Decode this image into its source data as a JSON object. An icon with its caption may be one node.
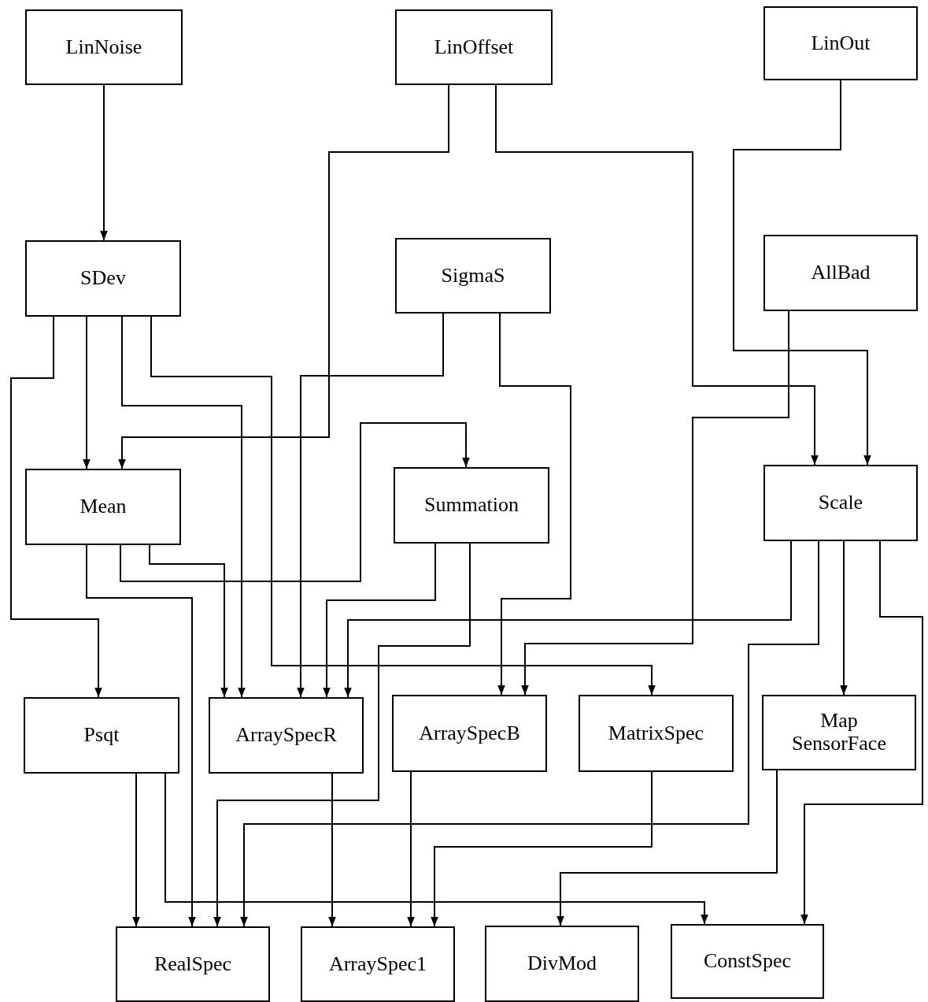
{
  "diagram": {
    "nodes": [
      {
        "text": [
          "LinNoise"
        ]
      },
      {
        "text": [
          "LinOffset"
        ]
      },
      {
        "text": [
          "LinOut"
        ]
      },
      {
        "text": [
          "SDev"
        ]
      },
      {
        "text": [
          "SigmaS"
        ]
      },
      {
        "text": [
          "AllBad"
        ]
      },
      {
        "text": [
          "Mean"
        ]
      },
      {
        "text": [
          "Summation"
        ]
      },
      {
        "text": [
          "Scale"
        ]
      },
      {
        "text": [
          "Psqt"
        ]
      },
      {
        "text": [
          "ArraySpecR"
        ]
      },
      {
        "text": [
          "ArraySpecB"
        ]
      },
      {
        "text": [
          "MatrixSpec"
        ]
      },
      {
        "text": [
          "Map SensorFace"
        ]
      },
      {
        "text": [
          "RealSpec"
        ]
      },
      {
        "text": [
          "ArraySpec1"
        ]
      },
      {
        "text": [
          "DivMod"
        ]
      },
      {
        "text": [
          "ConstSpec"
        ]
      }
    ],
    "edges": [
      {
        "from": 0,
        "to": 3,
        "arrow": "to"
      },
      {
        "from": 1,
        "to": 6,
        "arrow": "to"
      },
      {
        "from": 1,
        "to": 8,
        "arrow": "to"
      },
      {
        "from": 2,
        "to": 8,
        "arrow": "to"
      },
      {
        "from": 3,
        "to": 9,
        "arrow": "to"
      },
      {
        "from": 3,
        "to": 6,
        "arrow": "to"
      },
      {
        "from": 3,
        "to": 10,
        "arrow": "to"
      },
      {
        "from": 3,
        "to": 12,
        "arrow": "to"
      },
      {
        "from": 4,
        "to": 10,
        "arrow": "to"
      },
      {
        "from": 4,
        "to": 11,
        "arrow": "to"
      },
      {
        "from": 5,
        "to": 11,
        "arrow": "to"
      },
      {
        "from": 6,
        "to": 7,
        "arrow": "to"
      },
      {
        "from": 6,
        "to": 10,
        "arrow": "to"
      },
      {
        "from": 6,
        "to": 14,
        "arrow": "to"
      },
      {
        "from": 7,
        "to": 10,
        "arrow": "to"
      },
      {
        "from": 7,
        "to": 14,
        "arrow": "to"
      },
      {
        "from": 8,
        "to": 10,
        "arrow": "to"
      },
      {
        "from": 8,
        "to": 14,
        "arrow": "to"
      },
      {
        "from": 8,
        "to": 13,
        "arrow": "to"
      },
      {
        "from": 8,
        "to": 17,
        "arrow": "to"
      },
      {
        "from": 9,
        "to": 14,
        "arrow": "to"
      },
      {
        "from": 9,
        "to": 17,
        "arrow": "to"
      },
      {
        "from": 10,
        "to": 15,
        "arrow": "to"
      },
      {
        "from": 11,
        "to": 15,
        "arrow": "to"
      },
      {
        "from": 12,
        "to": 15,
        "arrow": "to"
      },
      {
        "from": 13,
        "to": 16,
        "arrow": "to"
      }
    ]
  }
}
